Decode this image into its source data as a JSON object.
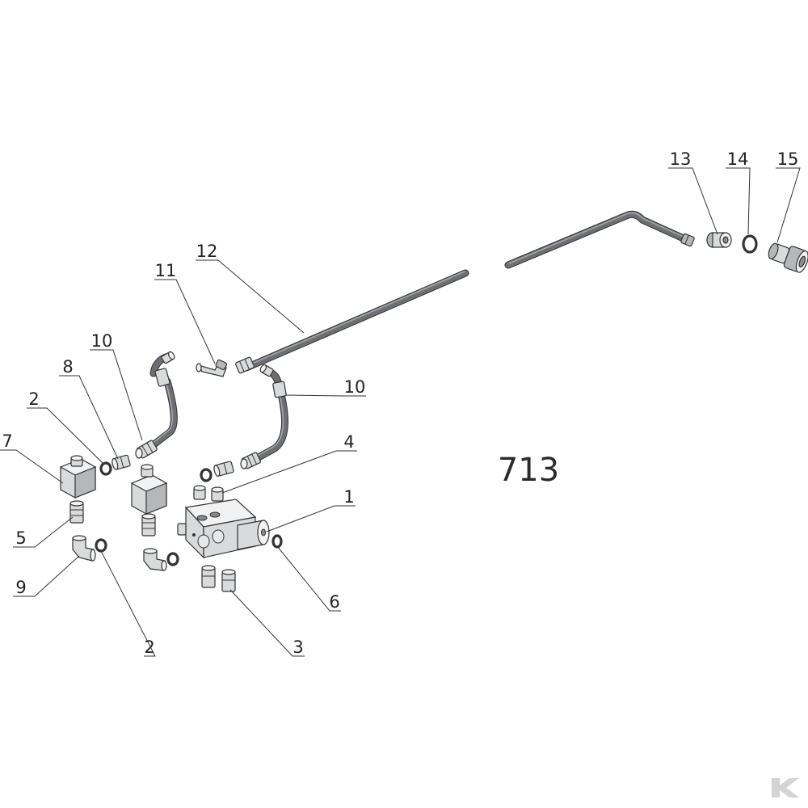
{
  "diagram": {
    "reference_number": "713",
    "callouts": [
      {
        "id": "c1",
        "label": "1"
      },
      {
        "id": "c2a",
        "label": "2"
      },
      {
        "id": "c2b",
        "label": "2"
      },
      {
        "id": "c3",
        "label": "3"
      },
      {
        "id": "c4",
        "label": "4"
      },
      {
        "id": "c5",
        "label": "5"
      },
      {
        "id": "c6",
        "label": "6"
      },
      {
        "id": "c7",
        "label": "7"
      },
      {
        "id": "c8",
        "label": "8"
      },
      {
        "id": "c9",
        "label": "9"
      },
      {
        "id": "c10a",
        "label": "10"
      },
      {
        "id": "c10b",
        "label": "10"
      },
      {
        "id": "c11",
        "label": "11"
      },
      {
        "id": "c12",
        "label": "12"
      },
      {
        "id": "c13",
        "label": "13"
      },
      {
        "id": "c14",
        "label": "14"
      },
      {
        "id": "c15",
        "label": "15"
      }
    ],
    "watermark_logo": "K",
    "colors": {
      "line": "#333333",
      "hose": "#6d6f72",
      "metal_light": "#d9dadb",
      "metal_dark": "#8a8c8f"
    }
  }
}
